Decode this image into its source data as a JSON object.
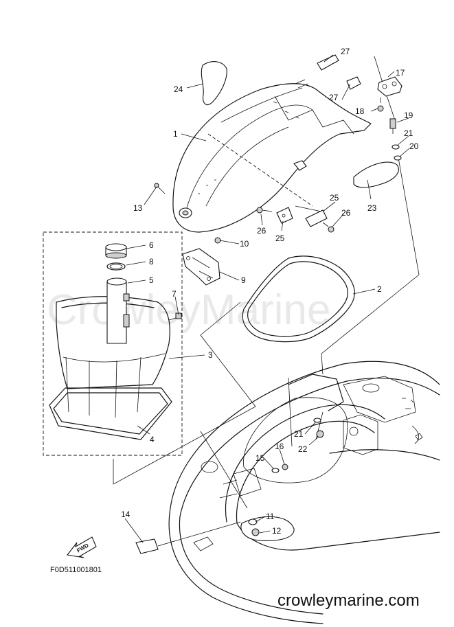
{
  "watermark": "CrowleyMarine",
  "figure_code": "F0D511001801",
  "site_url": "crowleymarine.com",
  "fwd_label": "FWD",
  "callouts": [
    "27",
    "17",
    "24",
    "27",
    "18",
    "19",
    "1",
    "21",
    "20",
    "23",
    "13",
    "25",
    "26",
    "26",
    "25",
    "6",
    "10",
    "8",
    "9",
    "5",
    "2",
    "7",
    "3",
    "4",
    "21",
    "22",
    "16",
    "15",
    "14",
    "11",
    "12"
  ]
}
